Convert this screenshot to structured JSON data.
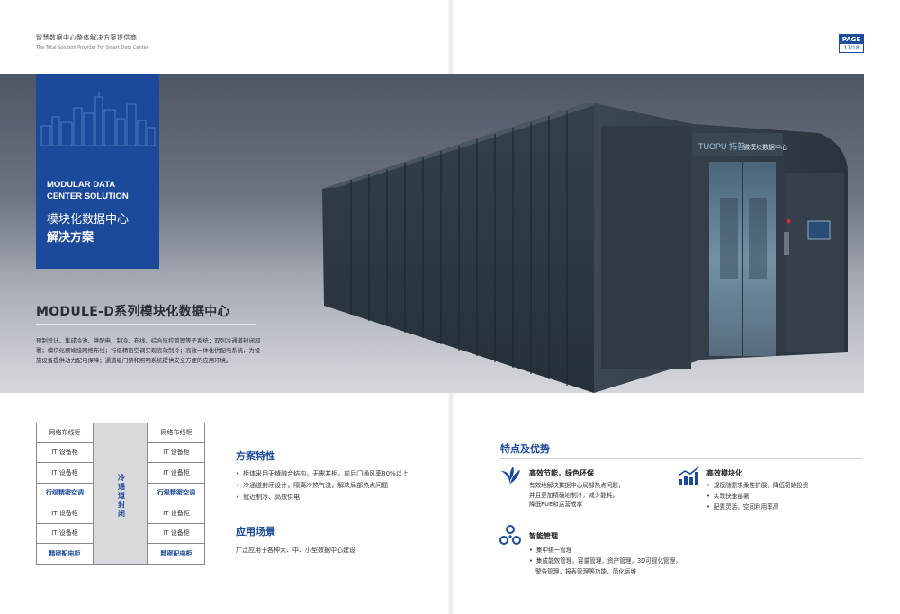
{
  "header": {
    "company_zh": "智慧数据中心整体解决方案提供商",
    "company_en": "The Total Solution Provider For Smart Data Center"
  },
  "page": {
    "label": "PAGE",
    "number": "17/18"
  },
  "banner": {
    "title_en_line1": "MODULAR DATA",
    "title_en_line2": "CENTER SOLUTION",
    "title_zh_line1": "模块化数据中心",
    "title_zh_line2": "解决方案",
    "product_title": "MODULE-D系列模块化数据中心",
    "description": "预制设计，集成冷池、供配电、制冷、布线、综合监控管理等子系统；双列冷通道封闭部署；模块化预端接网络布线；行级精密空调实现高效制冷；高效一体化供配电系统，为设施设备提供动力配电保障；通道级门禁和照明系统提供安全方便的应用环境。",
    "door_brand": "TUOPU 拓普",
    "door_sign": "微模块数据中心"
  },
  "layout_diagram": {
    "left_column": [
      "网络布线柜",
      "IT 设备柜",
      "IT 设备柜",
      "行级精密空调",
      "IT 设备柜",
      "IT 设备柜",
      "精密配电柜"
    ],
    "right_column": [
      "网络布线柜",
      "IT 设备柜",
      "IT 设备柜",
      "行级精密空调",
      "IT 设备柜",
      "IT 设备柜",
      "精密配电柜"
    ],
    "aisle_label": "冷通道封闭"
  },
  "scheme_features": {
    "title": "方案特性",
    "items": [
      "柜体采用无缝融合结构，无需并柜，前后门通风率80%以上",
      "冷通道封闭设计，隔离冷热气流，解决局部热点问题",
      "就近制冷、高效供电"
    ]
  },
  "application": {
    "title": "应用场景",
    "text": "广泛应用于各种大、中、小型数据中心建设"
  },
  "advantages": {
    "title": "特点及优势",
    "efficient": {
      "title": "高效节能，绿色环保",
      "lines": [
        "有效地解决数据中心局部热点问题，",
        "并且更加精确地制冷，减少能耗，",
        "降低PUE和运营成本"
      ]
    },
    "modular": {
      "title": "高效模块化",
      "items": [
        "规模随需求柔性扩展，降低初始投资",
        "实现快速部署",
        "配置灵活，空间利用率高"
      ]
    },
    "management": {
      "title": "智能管理",
      "items": [
        "集中统一管理",
        "集成能效管理，容量管理，资产管理，3D可视化管理，"
      ],
      "continuation": "警告管理，报表管理等功能，简化运维"
    }
  },
  "colors": {
    "brand_blue": "#1c4a9a",
    "cabinet_dark": "#2e3a45"
  }
}
